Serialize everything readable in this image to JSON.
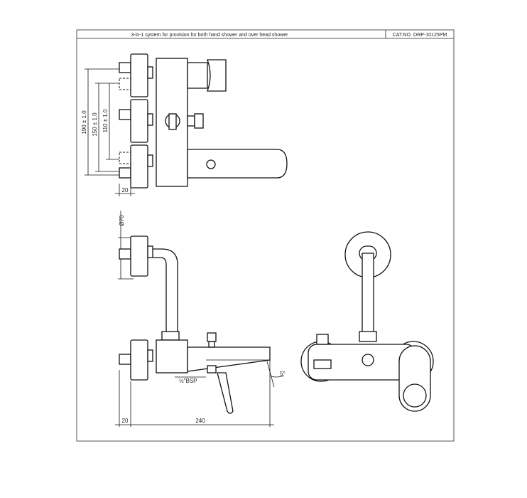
{
  "header": {
    "title": "3-in-1 system for provision for both hand shower and over head shower",
    "catalog_no": "CAT.NO. ORP-10125PM"
  },
  "dimensions": {
    "d190": "190 ± 1.0",
    "d150": "150 ± 1.0",
    "d110": "110 ± 1.0",
    "d20_top": "20",
    "d70": "Ø70",
    "bsp": "½\"BSP",
    "angle": "5°",
    "d20_bottom": "20",
    "d240": "240"
  }
}
